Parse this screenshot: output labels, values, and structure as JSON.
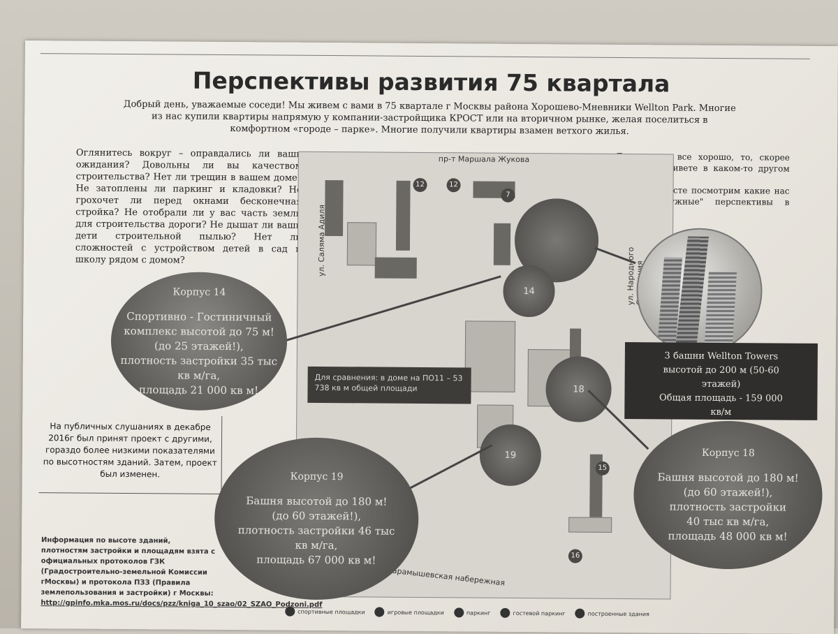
{
  "title": "Перспективы развития 75 квартала",
  "intro": "Добрый день, уважаемые соседи! Мы живем с вами в 75 квартале г Москвы района Хорошево-Мневники Wellton Park. Многие из нас купили квартиры напрямую у компании-застройщика КРОСТ или на вторичном рынке, желая поселиться в комфортном «городе – парке». Многие получили квартиры взамен ветхого жилья.",
  "left_text": "Оглянитесь вокруг – оправдались ли ваши ожидания? Довольны ли вы качеством строительства? Нет ли трещин в вашем доме? Не затоплены ли паркинг и кладовки? Не грохочет ли перед окнами бесконечная стройка? Не отобрали ли у вас часть земли для строительства дороги? Не дышат ли ваши дети строительной пылью? Нет ли сложностей с устройством детей в сад и школу рядом с домом?",
  "right_text_1": "Если у вас все хорошо, то, скорее всего, вы живете в каком-то другом квартале…",
  "right_text_2": "Давайте вместе посмотрим какие нас ждут \"радужные\" перспективы в будущем.",
  "map": {
    "street_top": "пр-т Маршала Жукова",
    "street_left": "ул. Саляма Адиля",
    "street_right": "ул. Народного Ополчения",
    "street_bottom": "Карамышевская набережная",
    "pins": [
      "12",
      "12",
      "7",
      "14",
      "18",
      "19",
      "15",
      "16"
    ]
  },
  "corpus14": {
    "head": "Корпус 14",
    "l1": "Спортивно - Гостиничный",
    "l2": "комплекс высотой до 75 м!",
    "l3": "(до 25 этажей!),",
    "l4": "плотность застройки 35 тыс",
    "l5": "кв м/га,",
    "l6": "площадь 21 000 кв м!"
  },
  "corpus19": {
    "head": "Корпус 19",
    "l1": "Башня высотой до 180 м!",
    "l2": "(до 60 этажей!),",
    "l3": "плотность застройки 46 тыс",
    "l4": "кв м/га,",
    "l5": "площадь 67 000 кв м!"
  },
  "corpus18": {
    "head": "Корпус 18",
    "l1": "Башня высотой до 180 м!",
    "l2": "(до 60 этажей!),",
    "l3": "плотность застройки",
    "l4": "40 тыс кв м/га,",
    "l5": "площадь 48 000 кв м!"
  },
  "towers": {
    "l1": "3 башни Wellton Towers",
    "l2": "высотой до 200 м (50-60",
    "l3": "этажей)",
    "l4": "Общая площадь - 159 000",
    "l5": "кв/м"
  },
  "compare": "Для сравнения: в доме на ПО11 – 53 738 кв м общей площади",
  "hearings": "На публичных слушаниях в декабре 2016г был принят проект с другими, гораздо более низкими показателями по высотностям зданий. Затем, проект был изменен.",
  "info": "Информация по высоте зданий, плотностям застройки и площадям взята с официальных протоколов ГЗК (Градостроительно-земельной Комиссии гМосквы) и протокола ПЗЗ (Правила землепользования и застройки) г Москвы:",
  "info_url": "http://gpinfo.mka.mos.ru/docs/pzz/kniga_10_szao/02_SZAO_Podzoni.pdf",
  "legend": [
    "спортивные площадки",
    "игровые площадки",
    "паркинг",
    "гостевой паркинг",
    "построенные здания"
  ]
}
